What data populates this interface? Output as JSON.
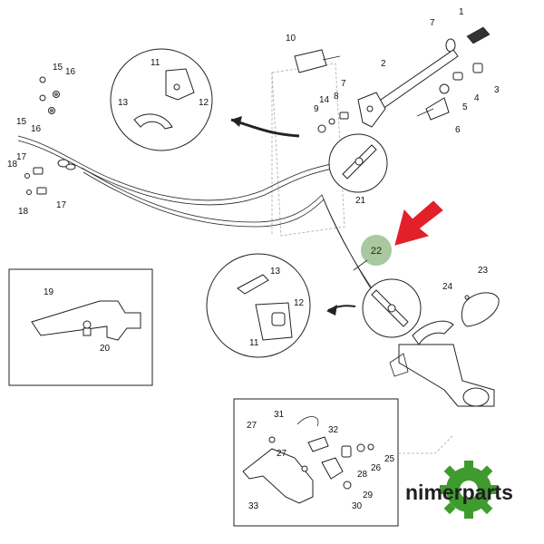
{
  "brand": {
    "name": "nimerparts",
    "colors": {
      "logo_green": "#3f9b2e",
      "arrow_red": "#e2202a",
      "highlight_circle": "#a8c8a0"
    }
  },
  "highlight": {
    "label": "22"
  },
  "callouts": [
    "1",
    "2",
    "3",
    "4",
    "5",
    "6",
    "7",
    "7",
    "8",
    "9",
    "10",
    "11",
    "11",
    "12",
    "12",
    "13",
    "13",
    "14",
    "15",
    "15",
    "16",
    "16",
    "17",
    "17",
    "18",
    "18",
    "19",
    "20",
    "21",
    "23",
    "24",
    "25",
    "26",
    "27",
    "27",
    "28",
    "29",
    "30",
    "31",
    "32",
    "33"
  ]
}
